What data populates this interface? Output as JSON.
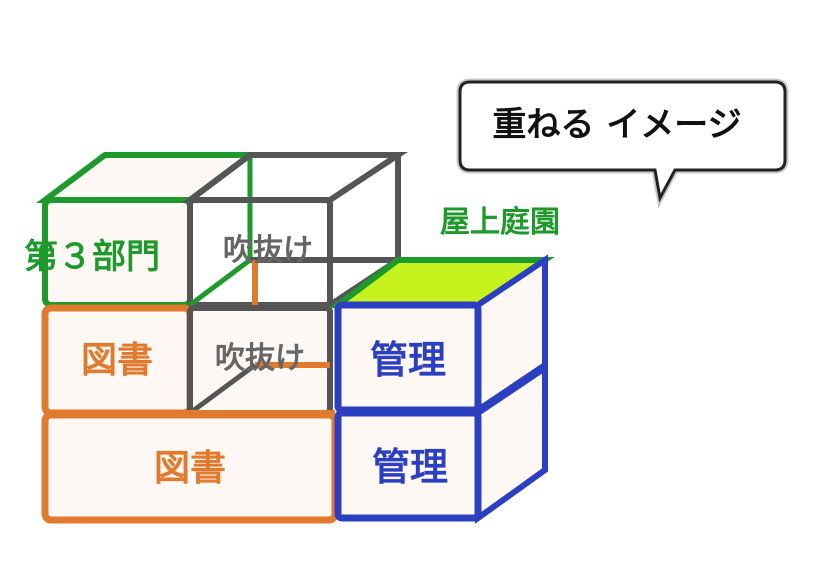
{
  "callout": {
    "text": "重ねる イメージ"
  },
  "labels": {
    "rooftop_garden": "屋上庭園",
    "dept3": "第３部門",
    "void_upper": "吹抜け",
    "void_lower": "吹抜け",
    "library_upper": "図書",
    "library_lower": "図書",
    "admin_upper": "管理",
    "admin_lower": "管理"
  },
  "colors": {
    "library": "#e07a2e",
    "admin": "#2b3fc0",
    "dept3": "#1e9a2c",
    "void": "#555555",
    "rooftop": "#c6f31d",
    "box_fill": "#fdf8f4"
  }
}
